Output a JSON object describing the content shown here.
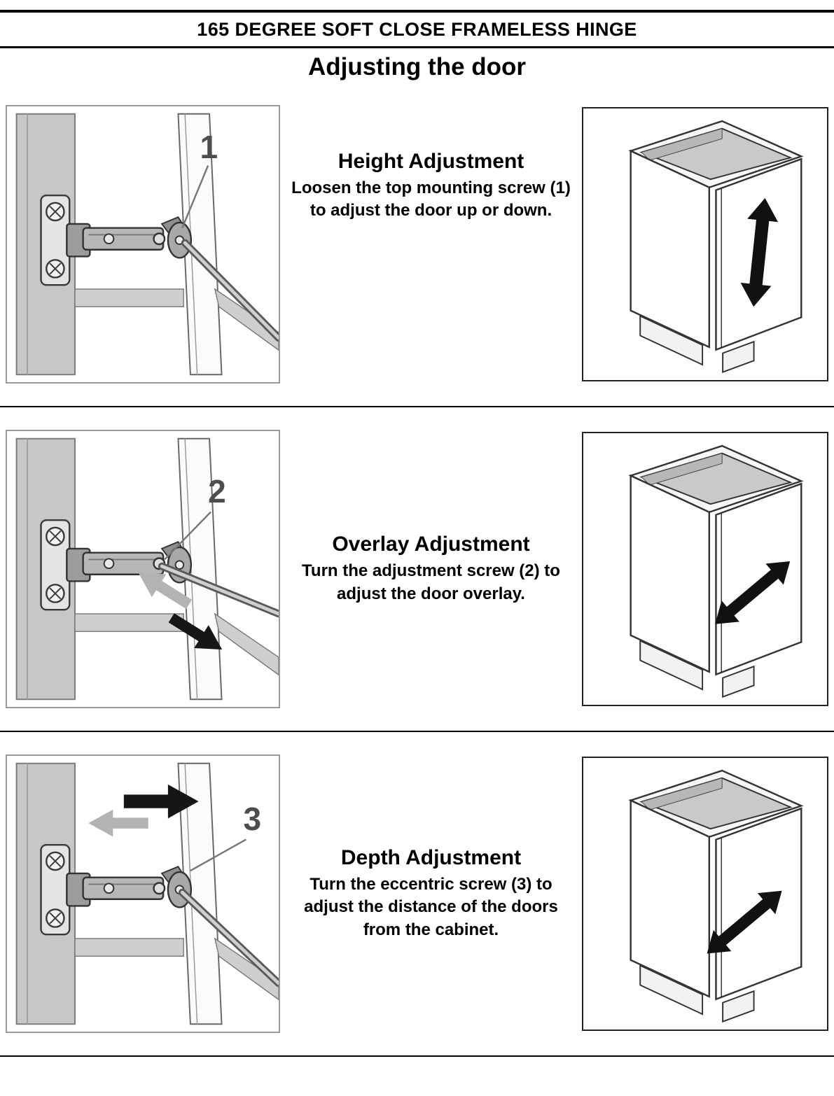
{
  "header": {
    "title": "165 DEGREE SOFT CLOSE FRAMELESS HINGE",
    "subtitle": "Adjusting the door"
  },
  "sections": [
    {
      "id": "height-adjustment",
      "number": "1",
      "title": "Height Adjustment",
      "body": "Loosen the top mounting screw (1) to adjust the door up or down.",
      "hinge_callout": "top mounting screw",
      "cabinet_arrow": "vertical-double-arrow"
    },
    {
      "id": "overlay-adjustment",
      "number": "2",
      "title": "Overlay Adjustment",
      "body": "Turn the adjustment screw (2) to adjust the door overlay.",
      "hinge_callout": "adjustment screw",
      "cabinet_arrow": "diagonal-double-arrow"
    },
    {
      "id": "depth-adjustment",
      "number": "3",
      "title": "Depth Adjustment",
      "body": "Turn the eccentric screw (3) to adjust the distance of the doors from the cabinet.",
      "hinge_callout": "eccentric screw",
      "cabinet_arrow": "diagonal-double-arrow"
    }
  ],
  "colors": {
    "arrow_black": "#111111",
    "arrow_gray": "#b3b3b3",
    "panel_gray": "#c7c7c7",
    "rule_black": "#000000"
  }
}
